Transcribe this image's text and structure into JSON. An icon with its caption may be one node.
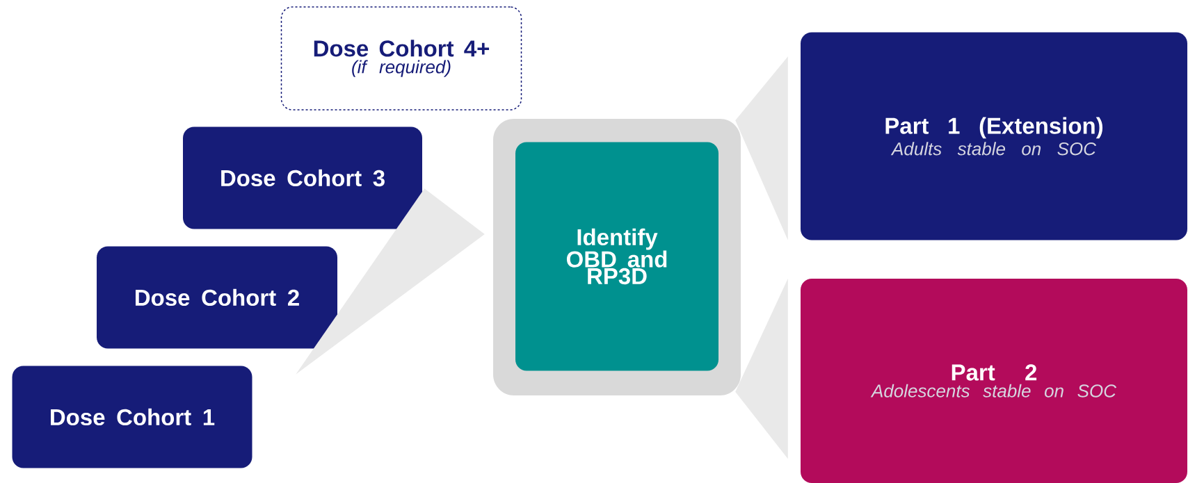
{
  "diagram": {
    "nodes": [
      {
        "text": [
          "Dose Cohort 4+",
          "(if required)"
        ]
      },
      {
        "text": [
          "Dose Cohort 3"
        ]
      },
      {
        "text": [
          "Dose Cohort 2"
        ]
      },
      {
        "text": [
          "Dose Cohort 1"
        ]
      },
      {
        "text": [
          "Identify OBD and RP3D"
        ]
      },
      {
        "text": [
          "Part 1 (Extension)",
          "Adults stable on SOC"
        ]
      },
      {
        "text": [
          "Part 2",
          "Adolescents stable on SOC"
        ]
      }
    ],
    "edges": [
      {
        "from": 2,
        "to": 4,
        "arrow": "none"
      },
      {
        "from": 4,
        "to": 5,
        "arrow": "none"
      },
      {
        "from": 4,
        "to": 6,
        "arrow": "none"
      }
    ]
  }
}
